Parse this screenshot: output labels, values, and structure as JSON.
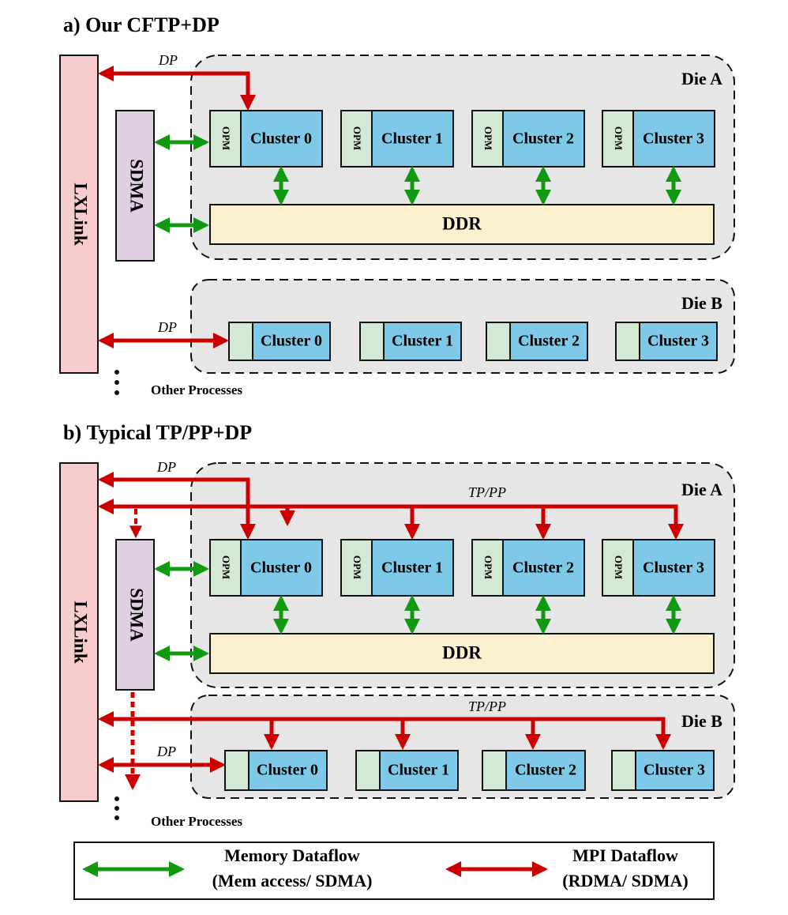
{
  "colors": {
    "die_bg": "#e6e6e6",
    "lxlink": "#f6cccc",
    "sdma": "#e0cfe0",
    "cluster": "#7ec8e8",
    "opm": "#d4e9d4",
    "ddr": "#fbf1cf",
    "mpi_red": "#cc0000",
    "mem_green": "#119911"
  },
  "panel_a": {
    "title": "a) Our CFTP+DP",
    "lxlink": "LXLink",
    "sdma": "SDMA",
    "die_a": {
      "label": "Die A",
      "opm": "OPM",
      "clusters": [
        "Cluster 0",
        "Cluster 1",
        "Cluster 2",
        "Cluster 3"
      ],
      "ddr": "DDR"
    },
    "die_b": {
      "label": "Die B",
      "clusters": [
        "Cluster 0",
        "Cluster 1",
        "Cluster 2",
        "Cluster 3"
      ]
    },
    "dp_top": "DP",
    "dp_bottom": "DP",
    "other": "Other Processes"
  },
  "panel_b": {
    "title": "b) Typical TP/PP+DP",
    "lxlink": "LXLink",
    "sdma": "SDMA",
    "die_a": {
      "label": "Die A",
      "opm": "OPM",
      "clusters": [
        "Cluster 0",
        "Cluster 1",
        "Cluster 2",
        "Cluster 3"
      ],
      "ddr": "DDR"
    },
    "die_b": {
      "label": "Die B",
      "clusters": [
        "Cluster 0",
        "Cluster 1",
        "Cluster 2",
        "Cluster 3"
      ]
    },
    "dp_top": "DP",
    "tp_pp_a": "TP/PP",
    "tp_pp_b": "TP/PP",
    "dp_bottom": "DP",
    "other": "Other Processes"
  },
  "legend": {
    "memory_line1": "Memory Dataflow",
    "memory_line2": "(Mem access/ SDMA)",
    "mpi_line1": "MPI Dataflow",
    "mpi_line2": "(RDMA/ SDMA)"
  }
}
